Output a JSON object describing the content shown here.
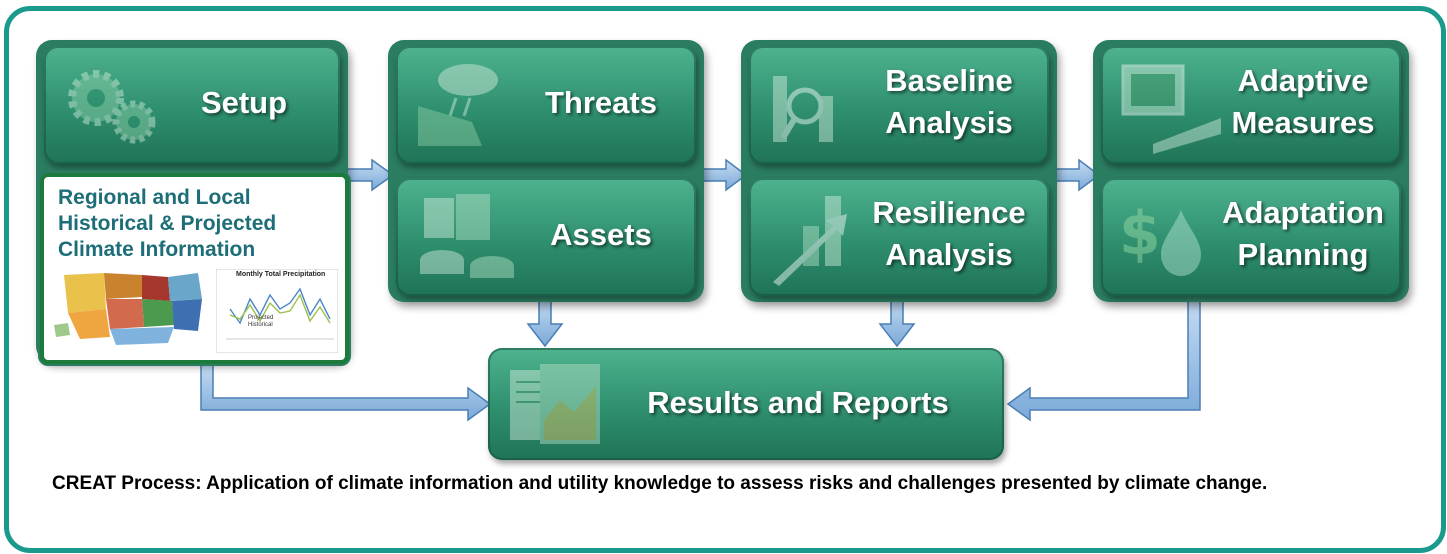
{
  "tiles": {
    "setup": "Setup",
    "threats": "Threats",
    "assets": "Assets",
    "baseline": "Baseline\nAnalysis",
    "resilience": "Resilience\nAnalysis",
    "adaptive": "Adaptive\nMeasures",
    "planning": "Adaptation\nPlanning",
    "results": "Results and Reports"
  },
  "climate_info": {
    "title": "Regional and Local\nHistorical & Projected\nClimate Information",
    "chart_title": "Monthly Total Precipitation",
    "legend_projected": "Projected",
    "legend_historical": "Historical"
  },
  "caption": "CREAT Process: Application of climate information and utility knowledge to assess risks and challenges presented by climate change.",
  "colors": {
    "frame": "#1a9a8c",
    "tile": "#2e8f6e",
    "arrow": "#9cc3e8",
    "climate_title": "#1d6e78"
  },
  "icons": [
    "gears-icon",
    "storm-cloud-icon",
    "storage-tanks-icon",
    "magnifier-chart-icon",
    "rising-arrow-chart-icon",
    "monitor-icon",
    "dollar-drop-icon",
    "report-pages-icon"
  ]
}
